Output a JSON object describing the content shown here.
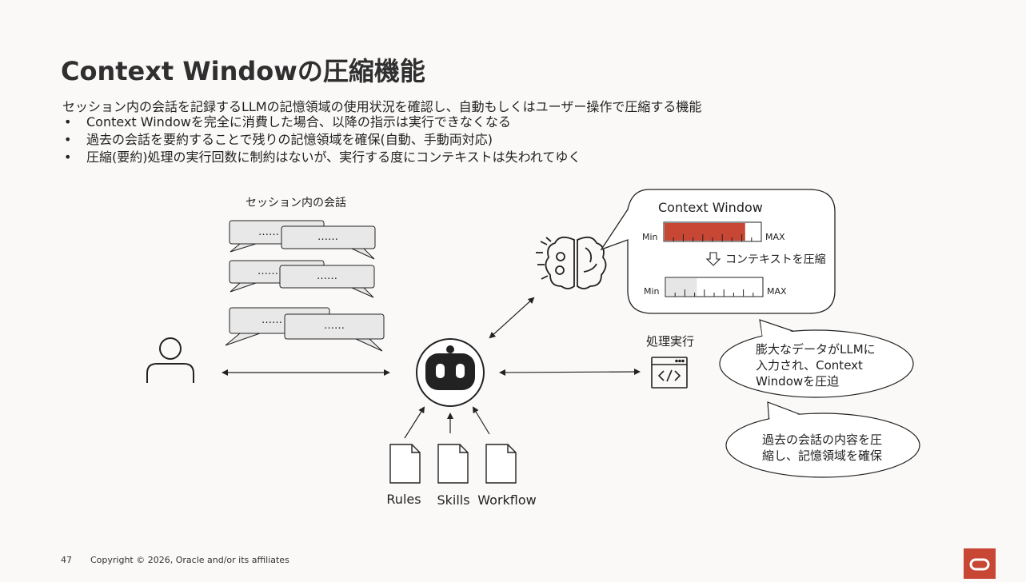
{
  "slide": {
    "title": "Context Windowの圧縮機能",
    "lead": "セッション内の会話を記録するLLMの記憶領域の使用状況を確認し、自動もしくはユーザー操作で圧縮する機能",
    "bullets": [
      "Context Windowを完全に消費した場合、以降の指示は実行できなくなる",
      "過去の会話を要約することで残りの記憶領域を確保(自動、手動両対応)",
      "圧縮(要約)処理の実行回数に制約はないが、実行する度にコンテキストは失われてゆく"
    ]
  },
  "diagram": {
    "conversation_label": "セッション内の会話",
    "bubble_dots": [
      "……",
      "……",
      "……",
      "……",
      "……",
      "……"
    ],
    "context_window": {
      "title": "Context Window",
      "before": {
        "min_label": "Min",
        "max_label": "MAX",
        "fill_fraction": 0.84
      },
      "compress_label": "コンテキストを圧縮",
      "after": {
        "min_label": "Min",
        "max_label": "MAX",
        "fill_fraction": 0.32
      }
    },
    "process_label": "処理実行",
    "callouts": [
      {
        "lines": [
          "膨大なデータがLLMに",
          "入力され、Context",
          "Windowを圧迫"
        ]
      },
      {
        "lines": [
          "過去の会話の内容を圧",
          "縮し、記憶領域を確保"
        ]
      }
    ],
    "files": [
      "Rules",
      "Skills",
      "Workflow"
    ],
    "colors": {
      "bar_full": "#c74634",
      "bar_compressed": "#e6e6e6",
      "logo": "#c74634"
    }
  },
  "footer": {
    "page_number": "47",
    "copyright": "Copyright © 2026, Oracle and/or its affiliates"
  }
}
